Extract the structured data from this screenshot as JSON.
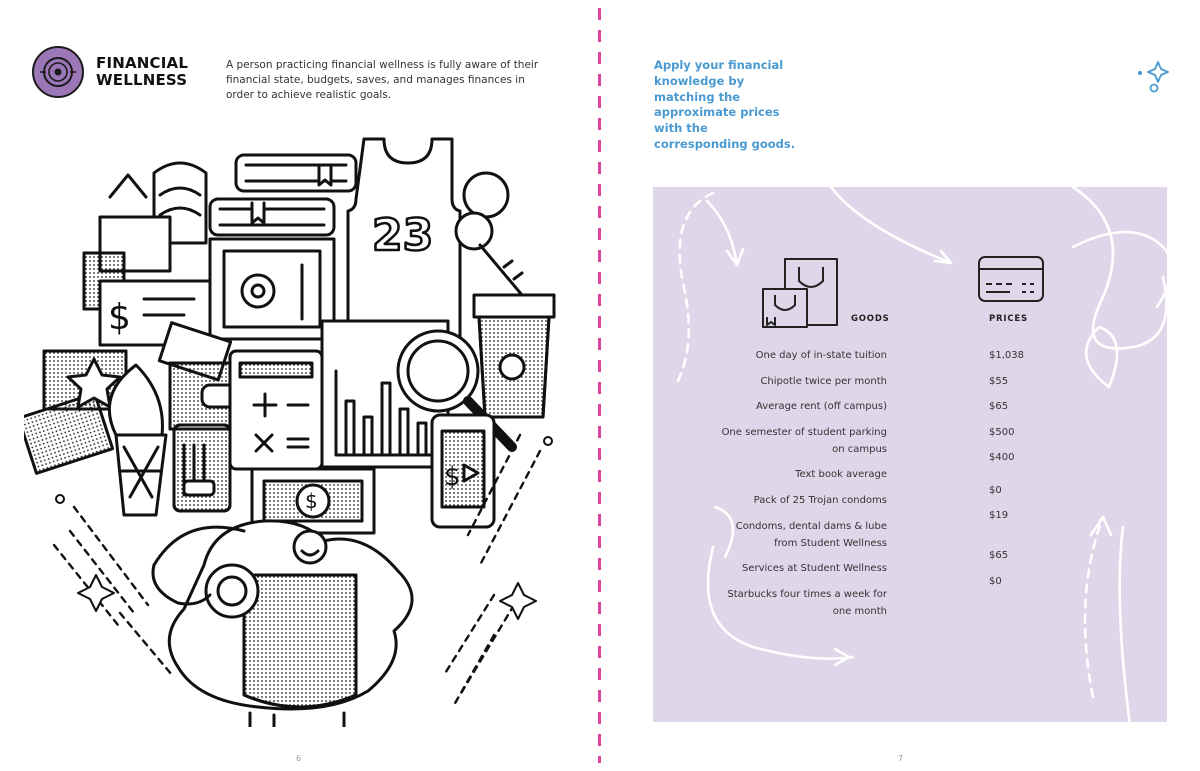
{
  "left_page": {
    "title": "FINANCIAL WELLNESS",
    "intro": "A person practicing financial wellness is fully aware of their financial state, budgets, saves, and manages finances in order to achieve realistic goals.",
    "illustration": {
      "jersey_number": "23",
      "currency_symbol": "$"
    },
    "page_number": "6"
  },
  "right_page": {
    "instruction": "Apply your financial knowledge by matching the approximate prices with the corresponding goods.",
    "goods_header": "GOODS",
    "prices_header": "PRICES",
    "goods": [
      "One day of in-state tuition",
      "Chipotle twice per month",
      "Average rent (off campus)",
      "One semester of student parking on campus",
      "Text book average",
      "Pack of 25 Trojan condoms",
      "Condoms, dental dams & lube from Student Wellness",
      "Services at Student Wellness",
      "Starbucks four times a week for one month"
    ],
    "prices": [
      "$1,038",
      "$55",
      "$65",
      "$500",
      "$400",
      "$0",
      "$19",
      "$65",
      "$0"
    ],
    "page_number": "7"
  },
  "colors": {
    "accent_blue": "#4a9ad1",
    "badge_purple": "#9b77b8",
    "panel_lavender": "#e0d6e9",
    "divider_pink": "#e0419b"
  }
}
